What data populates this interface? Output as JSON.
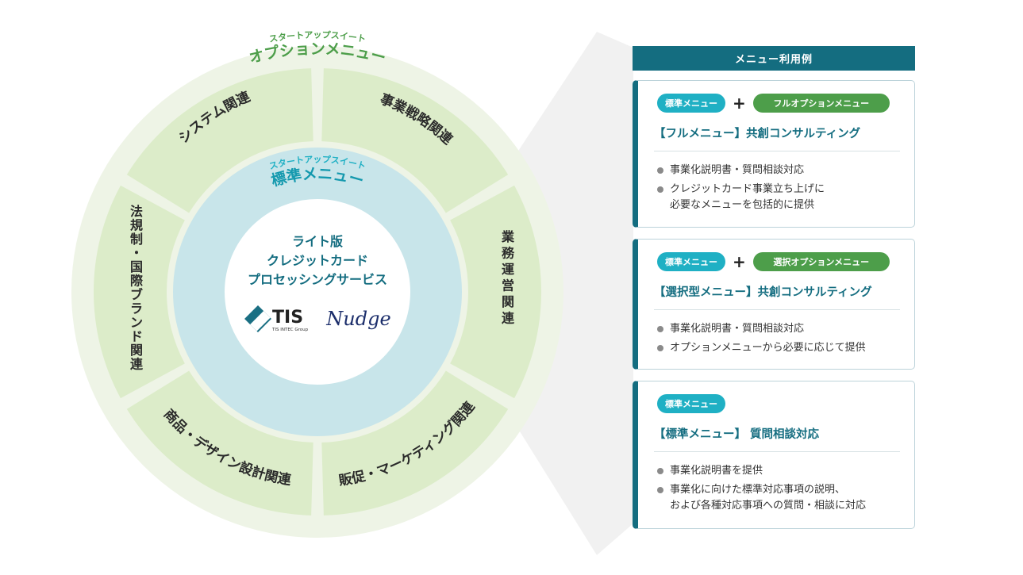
{
  "wheel": {
    "outer": {
      "subtitle": "スタートアップスイート",
      "title": "オプションメニュー"
    },
    "segments": [
      {
        "label": "システム関連"
      },
      {
        "label": "事業戦略関連"
      },
      {
        "label": "業務運営関連"
      },
      {
        "label": "販促・マーケティング関連"
      },
      {
        "label": "商品・デザイン設計関連"
      },
      {
        "label": "法規制・国際ブランド関連"
      }
    ],
    "inner": {
      "subtitle": "スタートアップスイート",
      "title": "標準メニュー"
    },
    "center": {
      "line1": "ライト版",
      "line2": "クレジットカード",
      "line3": "プロセッシングサービス",
      "logo_tis": "TIS",
      "logo_tis_sub": "TIS INTEC Group",
      "logo_nudge": "Nudge"
    }
  },
  "menu": {
    "header": "メニュー利用例",
    "cards": [
      {
        "pills": [
          "標準メニュー",
          "フルオプションメニュー"
        ],
        "title": "【フルメニュー】共創コンサルティング",
        "bullets": [
          "事業化説明書・質問相談対応",
          "クレジットカード事業立ち上げに\n必要なメニューを包括的に提供"
        ]
      },
      {
        "pills": [
          "標準メニュー",
          "選択オプションメニュー"
        ],
        "title": "【選択型メニュー】共創コンサルティング",
        "bullets": [
          "事業化説明書・質問相談対応",
          "オプションメニューから必要に応じて提供"
        ]
      },
      {
        "pills": [
          "標準メニュー"
        ],
        "title": "【標準メニュー】 質問相談対応",
        "bullets": [
          "事業化説明書を提供",
          "事業化に向けた標準対応事項の説明、\nおよび各種対応事項への質問・相談に対応"
        ]
      }
    ]
  },
  "colors": {
    "outer_ring": "#eef4e6",
    "segment": "#dcecc9",
    "inner_ring": "#c8e5ea",
    "accent_green": "#4d9e4a",
    "accent_teal": "#146d80",
    "pill_standard": "#1fb0c4"
  }
}
